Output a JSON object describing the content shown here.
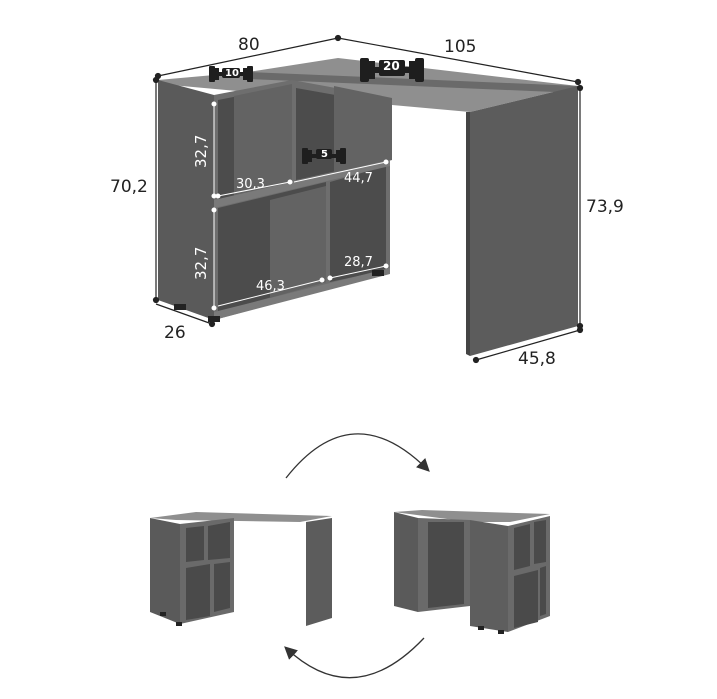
{
  "colors": {
    "panel": "#5e5e5e",
    "panel_dark": "#4a4a4a",
    "panel_light": "#6d6d6d",
    "top": "#8a8a8a",
    "line": "#222222",
    "inner_text": "#ffffff"
  },
  "dimensions": {
    "shelf_width": "80",
    "desk_length": "105",
    "shelf_height": "70,2",
    "desk_height": "73,9",
    "shelf_depth": "26",
    "desk_depth": "45,8",
    "upper_compartment_height": "32,7",
    "lower_compartment_height": "32,7",
    "upper_left_width": "30,3",
    "upper_right_width": "44,7",
    "lower_left_width": "46,3",
    "lower_right_width": "28,7"
  },
  "load_ratings": {
    "top_shelf": "10",
    "desk_top": "20",
    "middle_shelf": "5"
  },
  "icons": {
    "weight": "dumbbell-icon",
    "rotate_clockwise": "curved-arrow-clockwise-icon",
    "rotate_counterclockwise": "curved-arrow-counterclockwise-icon"
  }
}
